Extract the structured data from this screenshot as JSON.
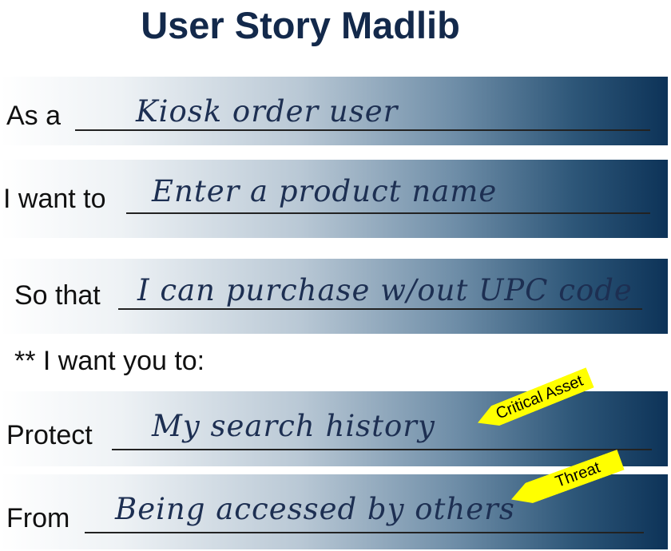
{
  "title": "User Story Madlib",
  "rows": [
    {
      "label": "As a",
      "value": "Kiosk order user"
    },
    {
      "label": "I want to",
      "value": "Enter a product name"
    },
    {
      "label": "So that",
      "value": "I can purchase w/out UPC code"
    }
  ],
  "note": "** I want you to:",
  "protect": {
    "label": "Protect",
    "value": "My search history"
  },
  "from": {
    "label": "From",
    "value": "Being accessed by others"
  },
  "callouts": {
    "critical_asset": "Critical Asset",
    "threat": "Threat"
  },
  "colors": {
    "title": "#13294b",
    "band_dark": "#0d3358",
    "handwriting": "#1d2f52",
    "callout": "#ffff00"
  }
}
